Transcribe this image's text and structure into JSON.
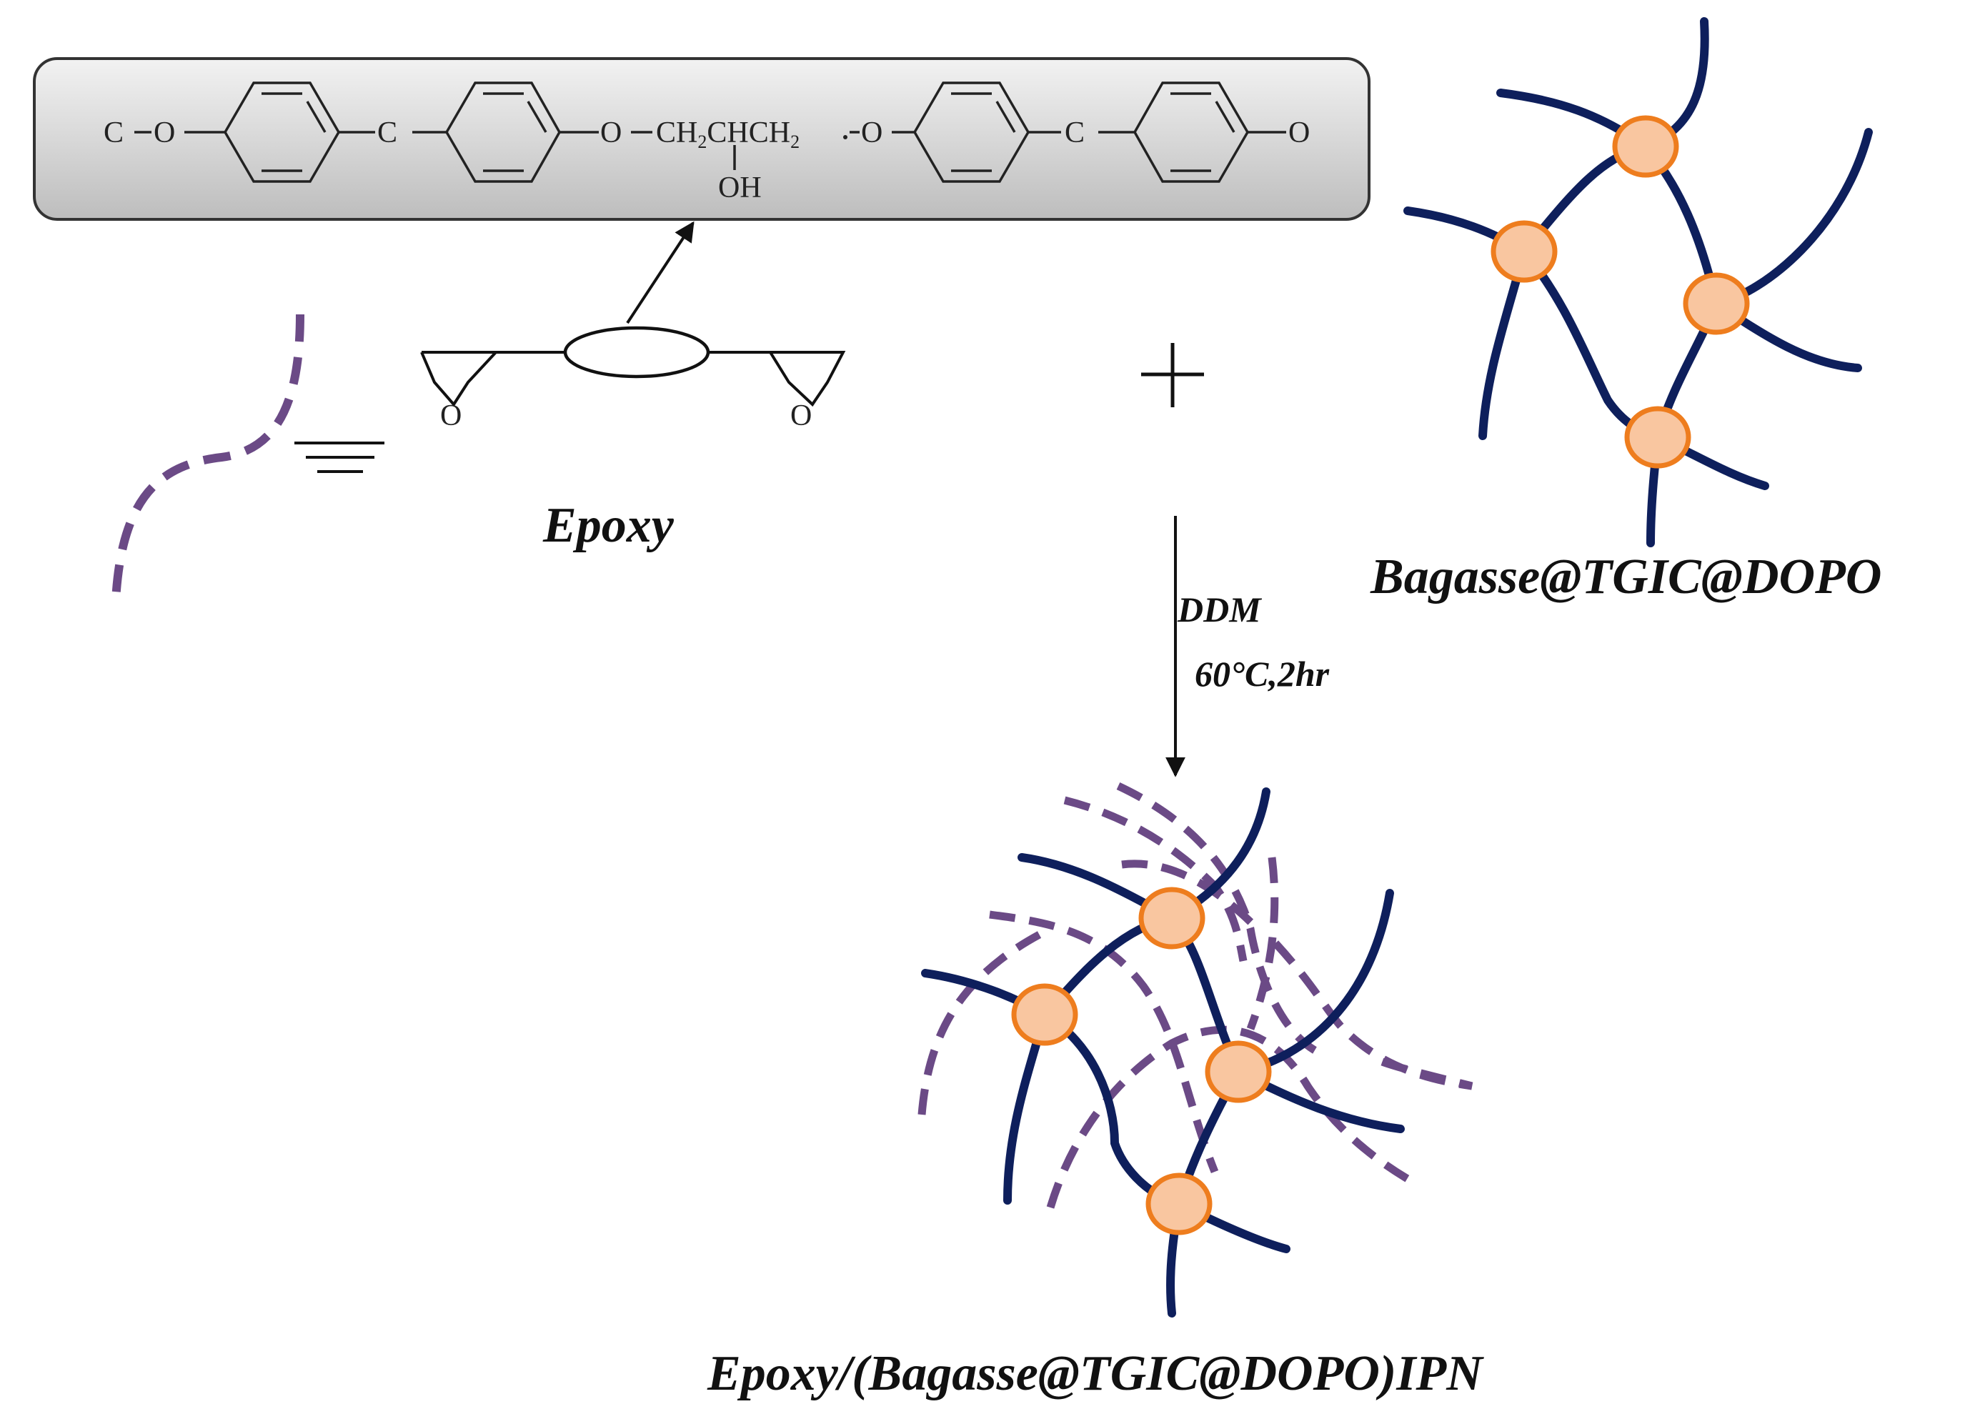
{
  "colors": {
    "network": "#0e1f5c",
    "epoxy_chain": "#6b4a86",
    "node_fill": "#f9c6a0",
    "node_stroke": "#ee7d1e",
    "box_fill": "#d6d6d6",
    "box_stroke": "#333333",
    "text": "#111111"
  },
  "structure": {
    "atoms": {
      "c_left": "C",
      "o_left": "O",
      "c_mid1": "C",
      "o_mid1": "O",
      "ch2chch2": "CH",
      "sub_2a": "2",
      "chch": "CHCH",
      "sub_2b": "2",
      "o_mid2": "O",
      "c_mid2": "C",
      "o_right": "O",
      "oh": "OH"
    },
    "epoxide_o_left": "O",
    "epoxide_o_right": "O"
  },
  "labels": {
    "epoxy": "Epoxy",
    "bagasse": "Bagasse@TGIC@DOPO",
    "conditions_reagent": "DDM",
    "conditions_temp": "60°C,2hr",
    "product": "Epoxy/(Bagasse@TGIC@DOPO)IPN",
    "plus": "+"
  }
}
